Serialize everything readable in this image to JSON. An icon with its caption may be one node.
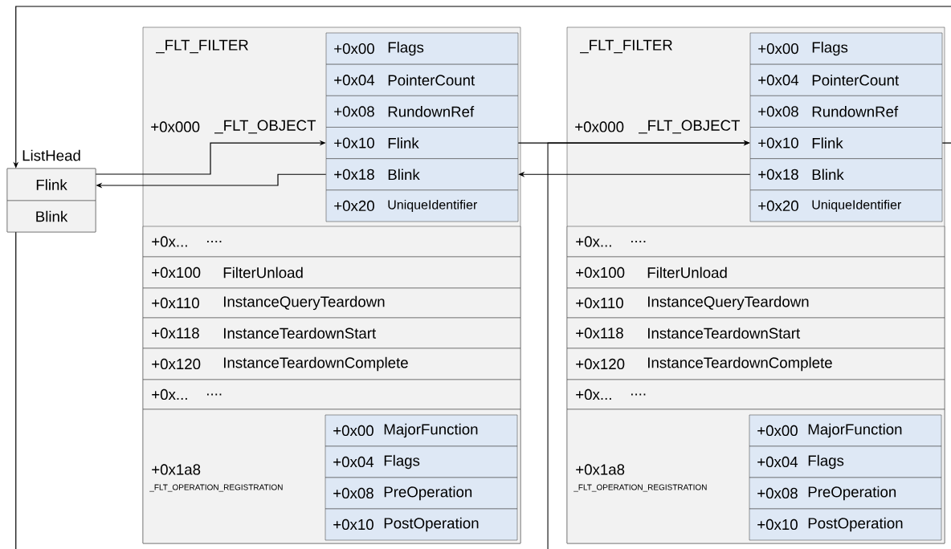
{
  "diagram": {
    "nodes": [
      {
        "text": [
          "ListHead"
        ]
      },
      {
        "text": [
          "Flink"
        ],
        "in": 0
      },
      {
        "text": [
          "Blink"
        ],
        "in": 0
      },
      {
        "text": [
          "_FLT_FILTER",
          "+0x000",
          "_FLT_OBJECT"
        ]
      },
      {
        "text": [
          "+0x00",
          "Flags"
        ],
        "in": 3
      },
      {
        "text": [
          "+0x04",
          "PointerCount"
        ],
        "in": 3
      },
      {
        "text": [
          "+0x08",
          "RundownRef"
        ],
        "in": 3
      },
      {
        "text": [
          "+0x10",
          "Flink"
        ],
        "in": 3
      },
      {
        "text": [
          "+0x18",
          "Blink"
        ],
        "in": 3
      },
      {
        "text": [
          "+0x20",
          "UniqueIdentifier"
        ],
        "in": 3
      },
      {
        "text": [
          "+0x...",
          "...."
        ],
        "in": 3
      },
      {
        "text": [
          "+0x100",
          "FilterUnload"
        ],
        "in": 3
      },
      {
        "text": [
          "+0x110",
          "InstanceQueryTeardown"
        ],
        "in": 3
      },
      {
        "text": [
          "+0x118",
          "InstanceTeardownStart"
        ],
        "in": 3
      },
      {
        "text": [
          "+0x120",
          "InstanceTeardownComplete"
        ],
        "in": 3
      },
      {
        "text": [
          "+0x...",
          "...."
        ],
        "in": 3
      },
      {
        "text": [
          "+0x1a8",
          "_FLT_OPERATION_REGISTRATION"
        ],
        "in": 3
      },
      {
        "text": [
          "+0x00",
          "MajorFunction"
        ],
        "in": 16
      },
      {
        "text": [
          "+0x04",
          "Flags"
        ],
        "in": 16
      },
      {
        "text": [
          "+0x08",
          "PreOperation"
        ],
        "in": 16
      },
      {
        "text": [
          "+0x10",
          "PostOperation"
        ],
        "in": 16
      },
      {
        "text": [
          "_FLT_FILTER",
          "+0x000",
          "_FLT_OBJECT"
        ]
      },
      {
        "text": [
          "+0x00",
          "Flags"
        ],
        "in": 21
      },
      {
        "text": [
          "+0x04",
          "PointerCount"
        ],
        "in": 21
      },
      {
        "text": [
          "+0x08",
          "RundownRef"
        ],
        "in": 21
      },
      {
        "text": [
          "+0x10",
          "Flink"
        ],
        "in": 21
      },
      {
        "text": [
          "+0x18",
          "Blink"
        ],
        "in": 21
      },
      {
        "text": [
          "+0x20",
          "UniqueIdentifier"
        ],
        "in": 21
      },
      {
        "text": [
          "+0x...",
          "...."
        ],
        "in": 21
      },
      {
        "text": [
          "+0x100",
          "FilterUnload"
        ],
        "in": 21
      },
      {
        "text": [
          "+0x110",
          "InstanceQueryTeardown"
        ],
        "in": 21
      },
      {
        "text": [
          "+0x118",
          "InstanceTeardownStart"
        ],
        "in": 21
      },
      {
        "text": [
          "+0x120",
          "InstanceTeardownComplete"
        ],
        "in": 21
      },
      {
        "text": [
          "+0x...",
          "...."
        ],
        "in": 21
      },
      {
        "text": [
          "+0x1a8",
          "_FLT_OPERATION_REGISTRATION"
        ],
        "in": 21
      },
      {
        "text": [
          "+0x00",
          "MajorFunction"
        ],
        "in": 34
      },
      {
        "text": [
          "+0x04",
          "Flags"
        ],
        "in": 34
      },
      {
        "text": [
          "+0x08",
          "PreOperation"
        ],
        "in": 34
      },
      {
        "text": [
          "+0x10",
          "PostOperation"
        ],
        "in": 34
      }
    ],
    "edges": [
      {
        "from": null,
        "to": 1,
        "arrow": "to"
      },
      {
        "from": 1,
        "to": 7,
        "arrow": "to"
      },
      {
        "from": 8,
        "to": 1,
        "arrow": "to"
      },
      {
        "from": 7,
        "to": 25,
        "arrow": "to"
      },
      {
        "from": 26,
        "to": 8,
        "arrow": "to"
      },
      {
        "from": null,
        "to": 25,
        "arrow": "to"
      },
      {
        "from": 25,
        "to": null,
        "arrow": "none"
      },
      {
        "from": 2,
        "to": null,
        "arrow": "none"
      }
    ]
  }
}
